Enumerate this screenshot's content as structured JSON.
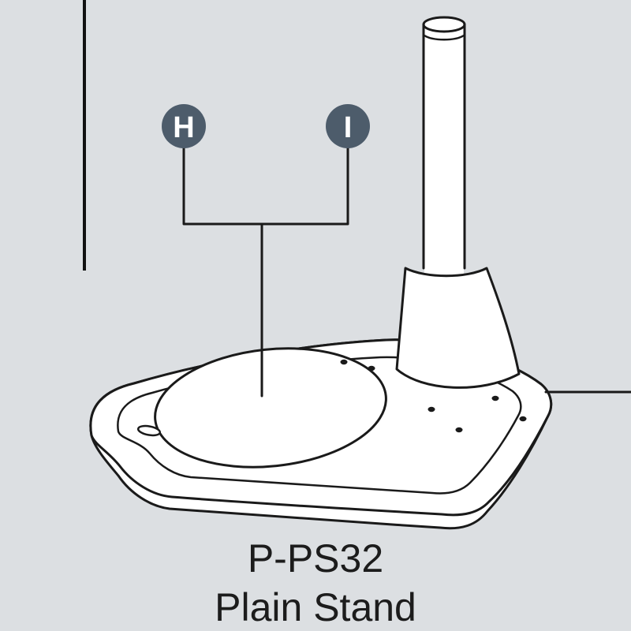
{
  "labels": {
    "h": "H",
    "i": "I"
  },
  "caption": {
    "model": "P-PS32",
    "name": "Plain Stand"
  },
  "colors": {
    "background": "#dcdfe2",
    "label_circle": "#4d5c6b",
    "label_text": "#ffffff",
    "line": "#1a1a1a",
    "shape_fill": "#ffffff",
    "caption_text": "#1c1c1c"
  }
}
